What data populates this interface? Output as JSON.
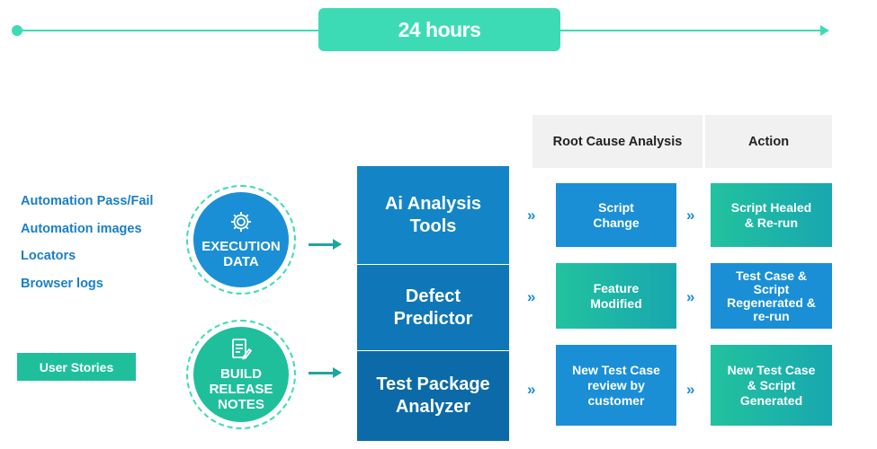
{
  "timeline": {
    "label": "24 hours"
  },
  "inputs": [
    "Automation Pass/Fail",
    "Automation images",
    "Locators",
    "Browser logs"
  ],
  "user_stories": "User Stories",
  "circles": {
    "execution": {
      "line1": "EXECUTION",
      "line2": "DATA",
      "icon": "gear-icon"
    },
    "build": {
      "line1": "BUILD",
      "line2": "RELEASE",
      "line3": "NOTES",
      "icon": "document-pen-icon"
    }
  },
  "stack": {
    "ai": {
      "line1": "Ai Analysis",
      "line2": "Tools"
    },
    "defect": {
      "line1": "Defect",
      "line2": "Predictor"
    },
    "package": {
      "line1": "Test Package",
      "line2": "Analyzer"
    }
  },
  "headers": {
    "rca": "Root Cause Analysis",
    "action": "Action"
  },
  "chevron": "»",
  "rca_boxes": {
    "r1": {
      "line1": "Script",
      "line2": "Change"
    },
    "r2": {
      "line1": "Feature",
      "line2": "Modified"
    },
    "r3": {
      "line1": "New Test Case",
      "line2": "review by",
      "line3": "customer"
    }
  },
  "action_boxes": {
    "a1": {
      "line1": "Script Healed",
      "line2": "& Re-run"
    },
    "a2": {
      "line1": "Test Case &",
      "line2": "Script",
      "line3": "Regenerated &",
      "line4": "re-run"
    },
    "a3": {
      "line1": "New Test Case",
      "line2": "& Script",
      "line3": "Generated"
    }
  },
  "colors": {
    "teal": "#3ddbb5",
    "blue": "#1a8fd6",
    "green": "#1fbf9c",
    "dark_blue": "#0f77b7"
  }
}
